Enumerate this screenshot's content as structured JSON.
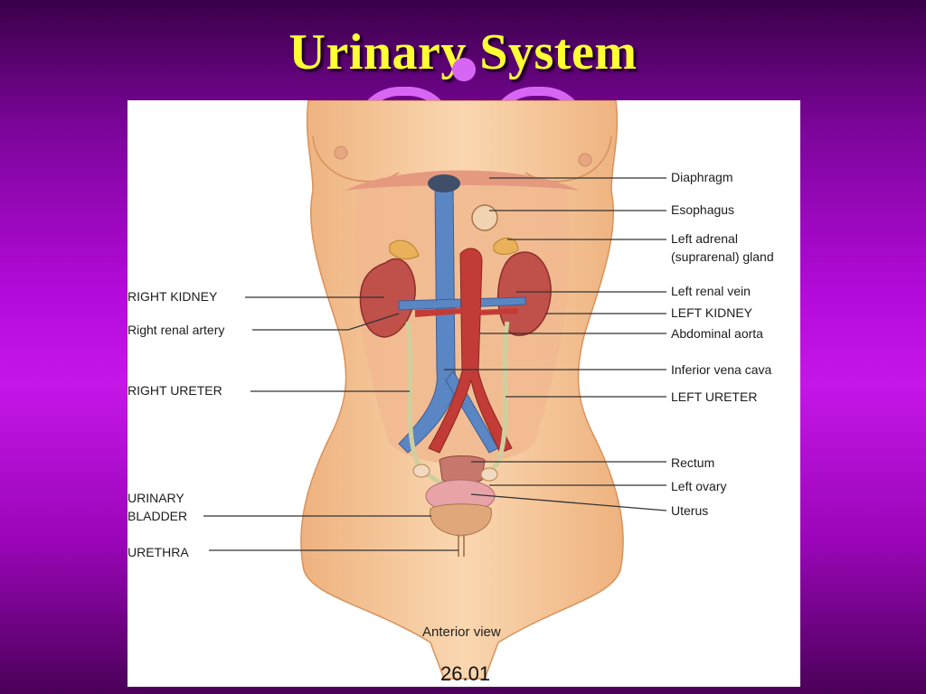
{
  "slide": {
    "title": "Urinary System"
  },
  "figure": {
    "caption": "Anterior view",
    "number": "26.01",
    "labels": {
      "diaphragm": "Diaphragm",
      "esophagus": "Esophagus",
      "left_adrenal_1": "Left adrenal",
      "left_adrenal_2": "(suprarenal) gland",
      "left_renal_vein": "Left renal vein",
      "left_kidney": "LEFT KIDNEY",
      "abdominal_aorta": "Abdominal aorta",
      "inferior_vena_cava": "Inferior vena cava",
      "left_ureter": "LEFT URETER",
      "rectum": "Rectum",
      "left_ovary": "Left ovary",
      "uterus": "Uterus",
      "right_kidney": "RIGHT KIDNEY",
      "right_renal_artery": "Right renal artery",
      "right_ureter": "RIGHT URETER",
      "urinary_bladder_1": "URINARY",
      "urinary_bladder_2": "BLADDER",
      "urethra": "URETHRA"
    }
  },
  "colors": {
    "title": "#ffff33",
    "skin": "#f6c79a",
    "kidney": "#c0504a",
    "vein": "#5b86c4",
    "artery": "#c33b36"
  }
}
